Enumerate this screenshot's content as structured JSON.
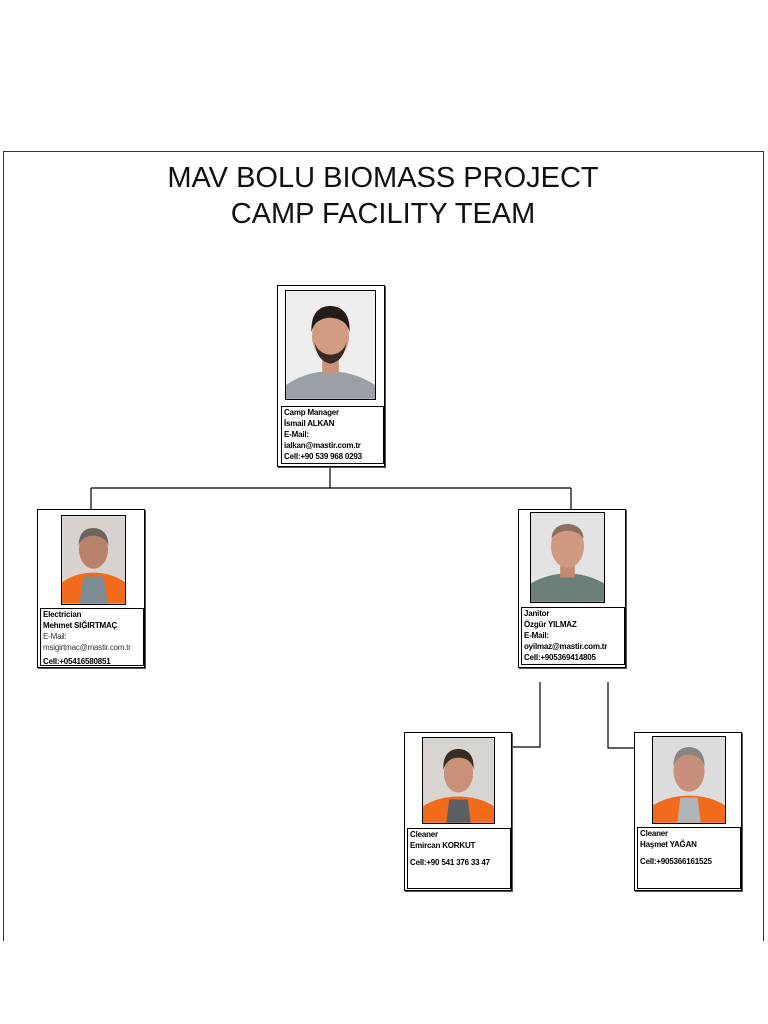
{
  "title": {
    "line1": "MAV BOLU BIOMASS PROJECT",
    "line2": "CAMP FACILITY TEAM"
  },
  "members": {
    "manager": {
      "role": "Camp Manager",
      "name": "İsmail ALKAN",
      "email_label": "E-Mail:",
      "email": "ialkan@mastir.com.tr",
      "cell": "Cell:+90 539 968 0293"
    },
    "electrician": {
      "role": "Electrician",
      "name": "Mehmet SIĞIRTMAÇ",
      "email_label": "E-Mail:",
      "email": "msigirtmac@mastir.com.tr",
      "cell": "Cell:+05416580851"
    },
    "janitor": {
      "role": "Janitor",
      "name": "Özgür YILMAZ",
      "email_label": "E-Mail:",
      "email": "oyilmaz@mastir.com.tr",
      "cell": "Cell:+905369414805"
    },
    "cleaner1": {
      "role": "Cleaner",
      "name": "Emircan KORKUT",
      "cell": "Cell:+90 541 376 33 47"
    },
    "cleaner2": {
      "role": "Cleaner",
      "name": "Haşmet YAĞAN",
      "cell": "Cell:+905366161525"
    }
  },
  "colors": {
    "vest_orange": "#f26a1b",
    "shirt_grey": "#8e9aa0",
    "skin": "#c98f72",
    "hair_dark": "#2a2220"
  }
}
